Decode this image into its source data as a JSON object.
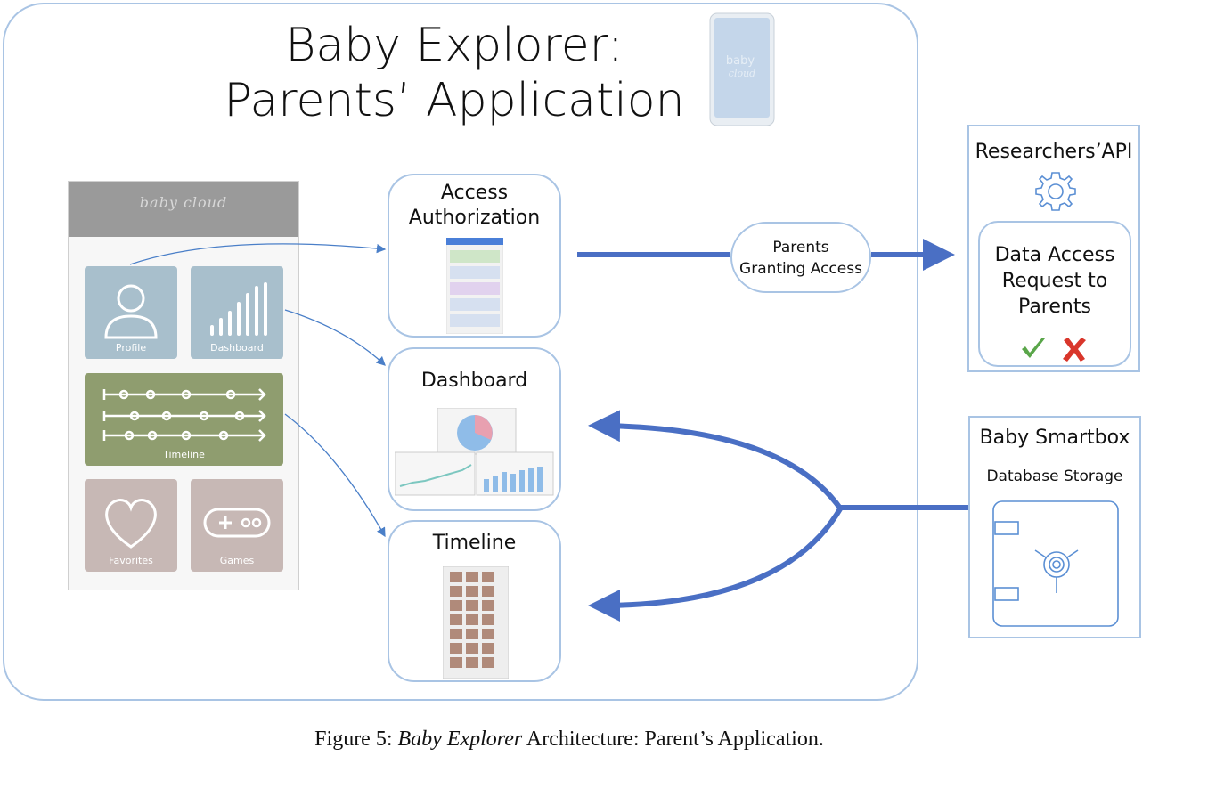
{
  "title": {
    "line1": "Baby Explorer:",
    "line2": "Parents’ Application"
  },
  "phone": {
    "logo": "baby cloud",
    "tiles": {
      "profile": "Profile",
      "dashboard": "Dashboard",
      "timeline": "Timeline",
      "favorites": "Favorites",
      "games": "Games"
    }
  },
  "cards": {
    "access": {
      "line1": "Access",
      "line2": "Authorization"
    },
    "dashboard": {
      "title": "Dashboard"
    },
    "timeline": {
      "title": "Timeline"
    }
  },
  "pill": {
    "line1": "Parents",
    "line2": "Granting Access"
  },
  "researchers": {
    "title": "Researchers’API",
    "inner_line1": "Data Access",
    "inner_line2": "Request to",
    "inner_line3": "Parents"
  },
  "smartbox": {
    "title": "Baby Smartbox",
    "subtitle": "Database Storage"
  },
  "caption": {
    "prefix": "Figure 5: ",
    "italic": "Baby Explorer",
    "suffix": " Architecture: Parent’s Application."
  },
  "colors": {
    "border": "#a9c4e4",
    "arrow": "#4a6fc4",
    "tile_blue": "#a8bfcc",
    "tile_green": "#8f9d6f",
    "tile_mauve": "#c7b8b5",
    "check": "#5aa64a",
    "cross": "#d9362b"
  },
  "icons": [
    "tablet-icon",
    "person-icon",
    "bar-chart-icon",
    "timeline-icon",
    "heart-icon",
    "gamepad-icon",
    "gear-icon",
    "check-icon",
    "cross-icon",
    "safe-icon",
    "pie-chart-icon"
  ]
}
